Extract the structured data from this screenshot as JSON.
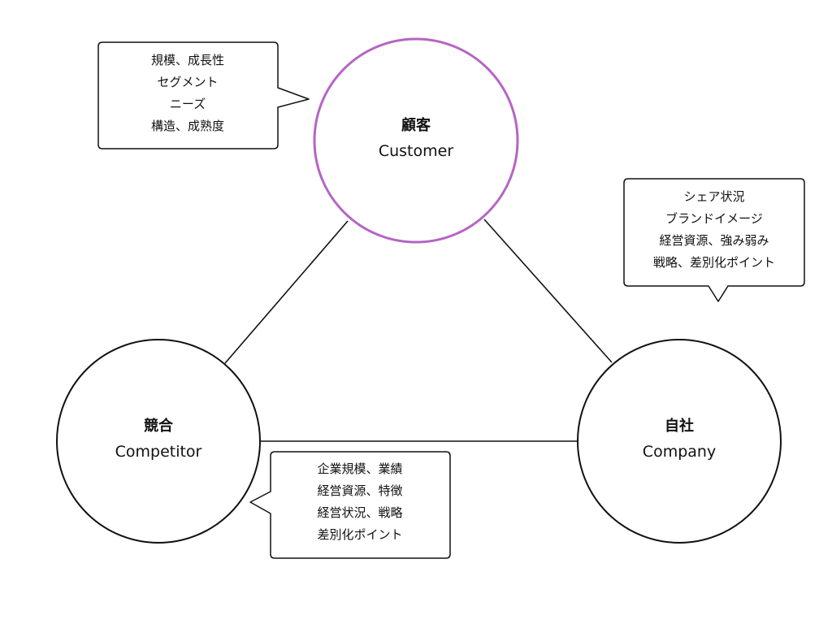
{
  "nodes": {
    "customer": {
      "title": "顧客",
      "subtitle": "Customer",
      "border_color": "#b565c4"
    },
    "competitor": {
      "title": "競合",
      "subtitle": "Competitor",
      "border_color": "#111111"
    },
    "company": {
      "title": "自社",
      "subtitle": "Company",
      "border_color": "#111111"
    }
  },
  "notes": {
    "customer": {
      "lines": [
        "規模、成長性",
        "セグメント",
        "ニーズ",
        "構造、成熟度"
      ]
    },
    "company": {
      "lines": [
        "シェア状況",
        "ブランドイメージ",
        "経営資源、強み弱み",
        "戦略、差別化ポイント"
      ]
    },
    "competitor": {
      "lines": [
        "企業規模、業績",
        "経営資源、特徴",
        "経営状況、戦略",
        "差別化ポイント"
      ]
    }
  }
}
